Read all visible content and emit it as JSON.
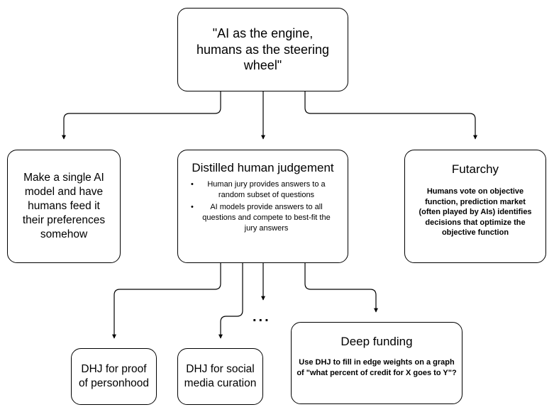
{
  "diagram": {
    "type": "flowchart",
    "title_node": {
      "id": "root",
      "text": "\"AI as the engine, humans as the steering wheel\""
    },
    "nodes": [
      {
        "id": "single-ai-model",
        "text": "Make a single AI model and have humans feed it their preferences somehow"
      },
      {
        "id": "distilled-human-judgement",
        "title": "Distilled human judgement",
        "bullets": [
          "Human jury provides answers to a random subset of questions",
          "AI models provide answers to all questions and compete to best-fit the jury answers"
        ]
      },
      {
        "id": "futarchy",
        "title": "Futarchy",
        "body": "Humans vote on objective function, prediction market (often played by AIs) identifies decisions that optimize the objective function"
      },
      {
        "id": "dhj-proof-of-personhood",
        "text": "DHJ for proof of personhood"
      },
      {
        "id": "dhj-social-media-curation",
        "text": "DHJ for social media curation"
      },
      {
        "id": "deep-funding",
        "title": "Deep funding",
        "body": "Use DHJ to fill in edge weights on a graph of \"what percent of credit for X goes to Y\"?"
      }
    ],
    "ellipsis_marker": "...",
    "colors": {
      "stroke": "#000000",
      "fill": "#ffffff",
      "text": "#000000"
    }
  }
}
